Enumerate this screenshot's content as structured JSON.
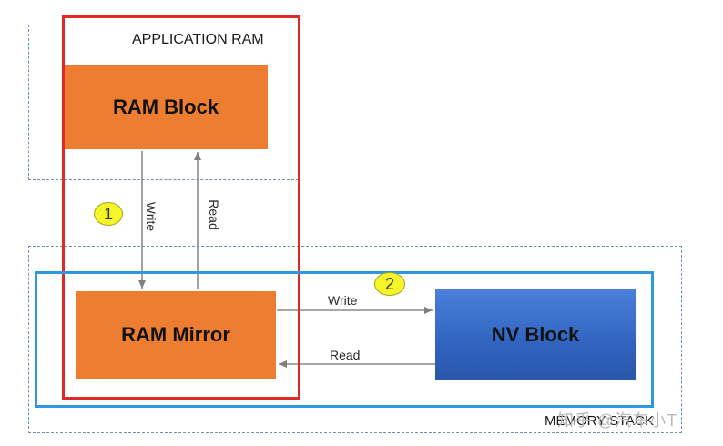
{
  "diagram": {
    "regions": {
      "application_ram": {
        "title": "APPLICATION RAM"
      },
      "memory_stack": {
        "title": "MEMORY STACK"
      }
    },
    "blocks": {
      "ram_block": {
        "label": "RAM Block",
        "color": "#ed7d31"
      },
      "ram_mirror": {
        "label": "RAM Mirror",
        "color": "#ed7d31"
      },
      "nv_block": {
        "label": "NV Block",
        "color": "#3a6fcc"
      }
    },
    "arrows": {
      "block_to_mirror": {
        "label": "Write"
      },
      "mirror_to_block": {
        "label": "Read"
      },
      "mirror_to_nv": {
        "label": "Write"
      },
      "nv_to_mirror": {
        "label": "Read"
      }
    },
    "badges": {
      "one": {
        "text": "1"
      },
      "two": {
        "text": "2"
      }
    },
    "highlight_colors": {
      "red_frame": "#e12a26",
      "blue_frame": "#2e97e0",
      "badge_fill": "#f5f52a"
    }
  },
  "watermark": {
    "text": "知乎 @汽车小T"
  }
}
